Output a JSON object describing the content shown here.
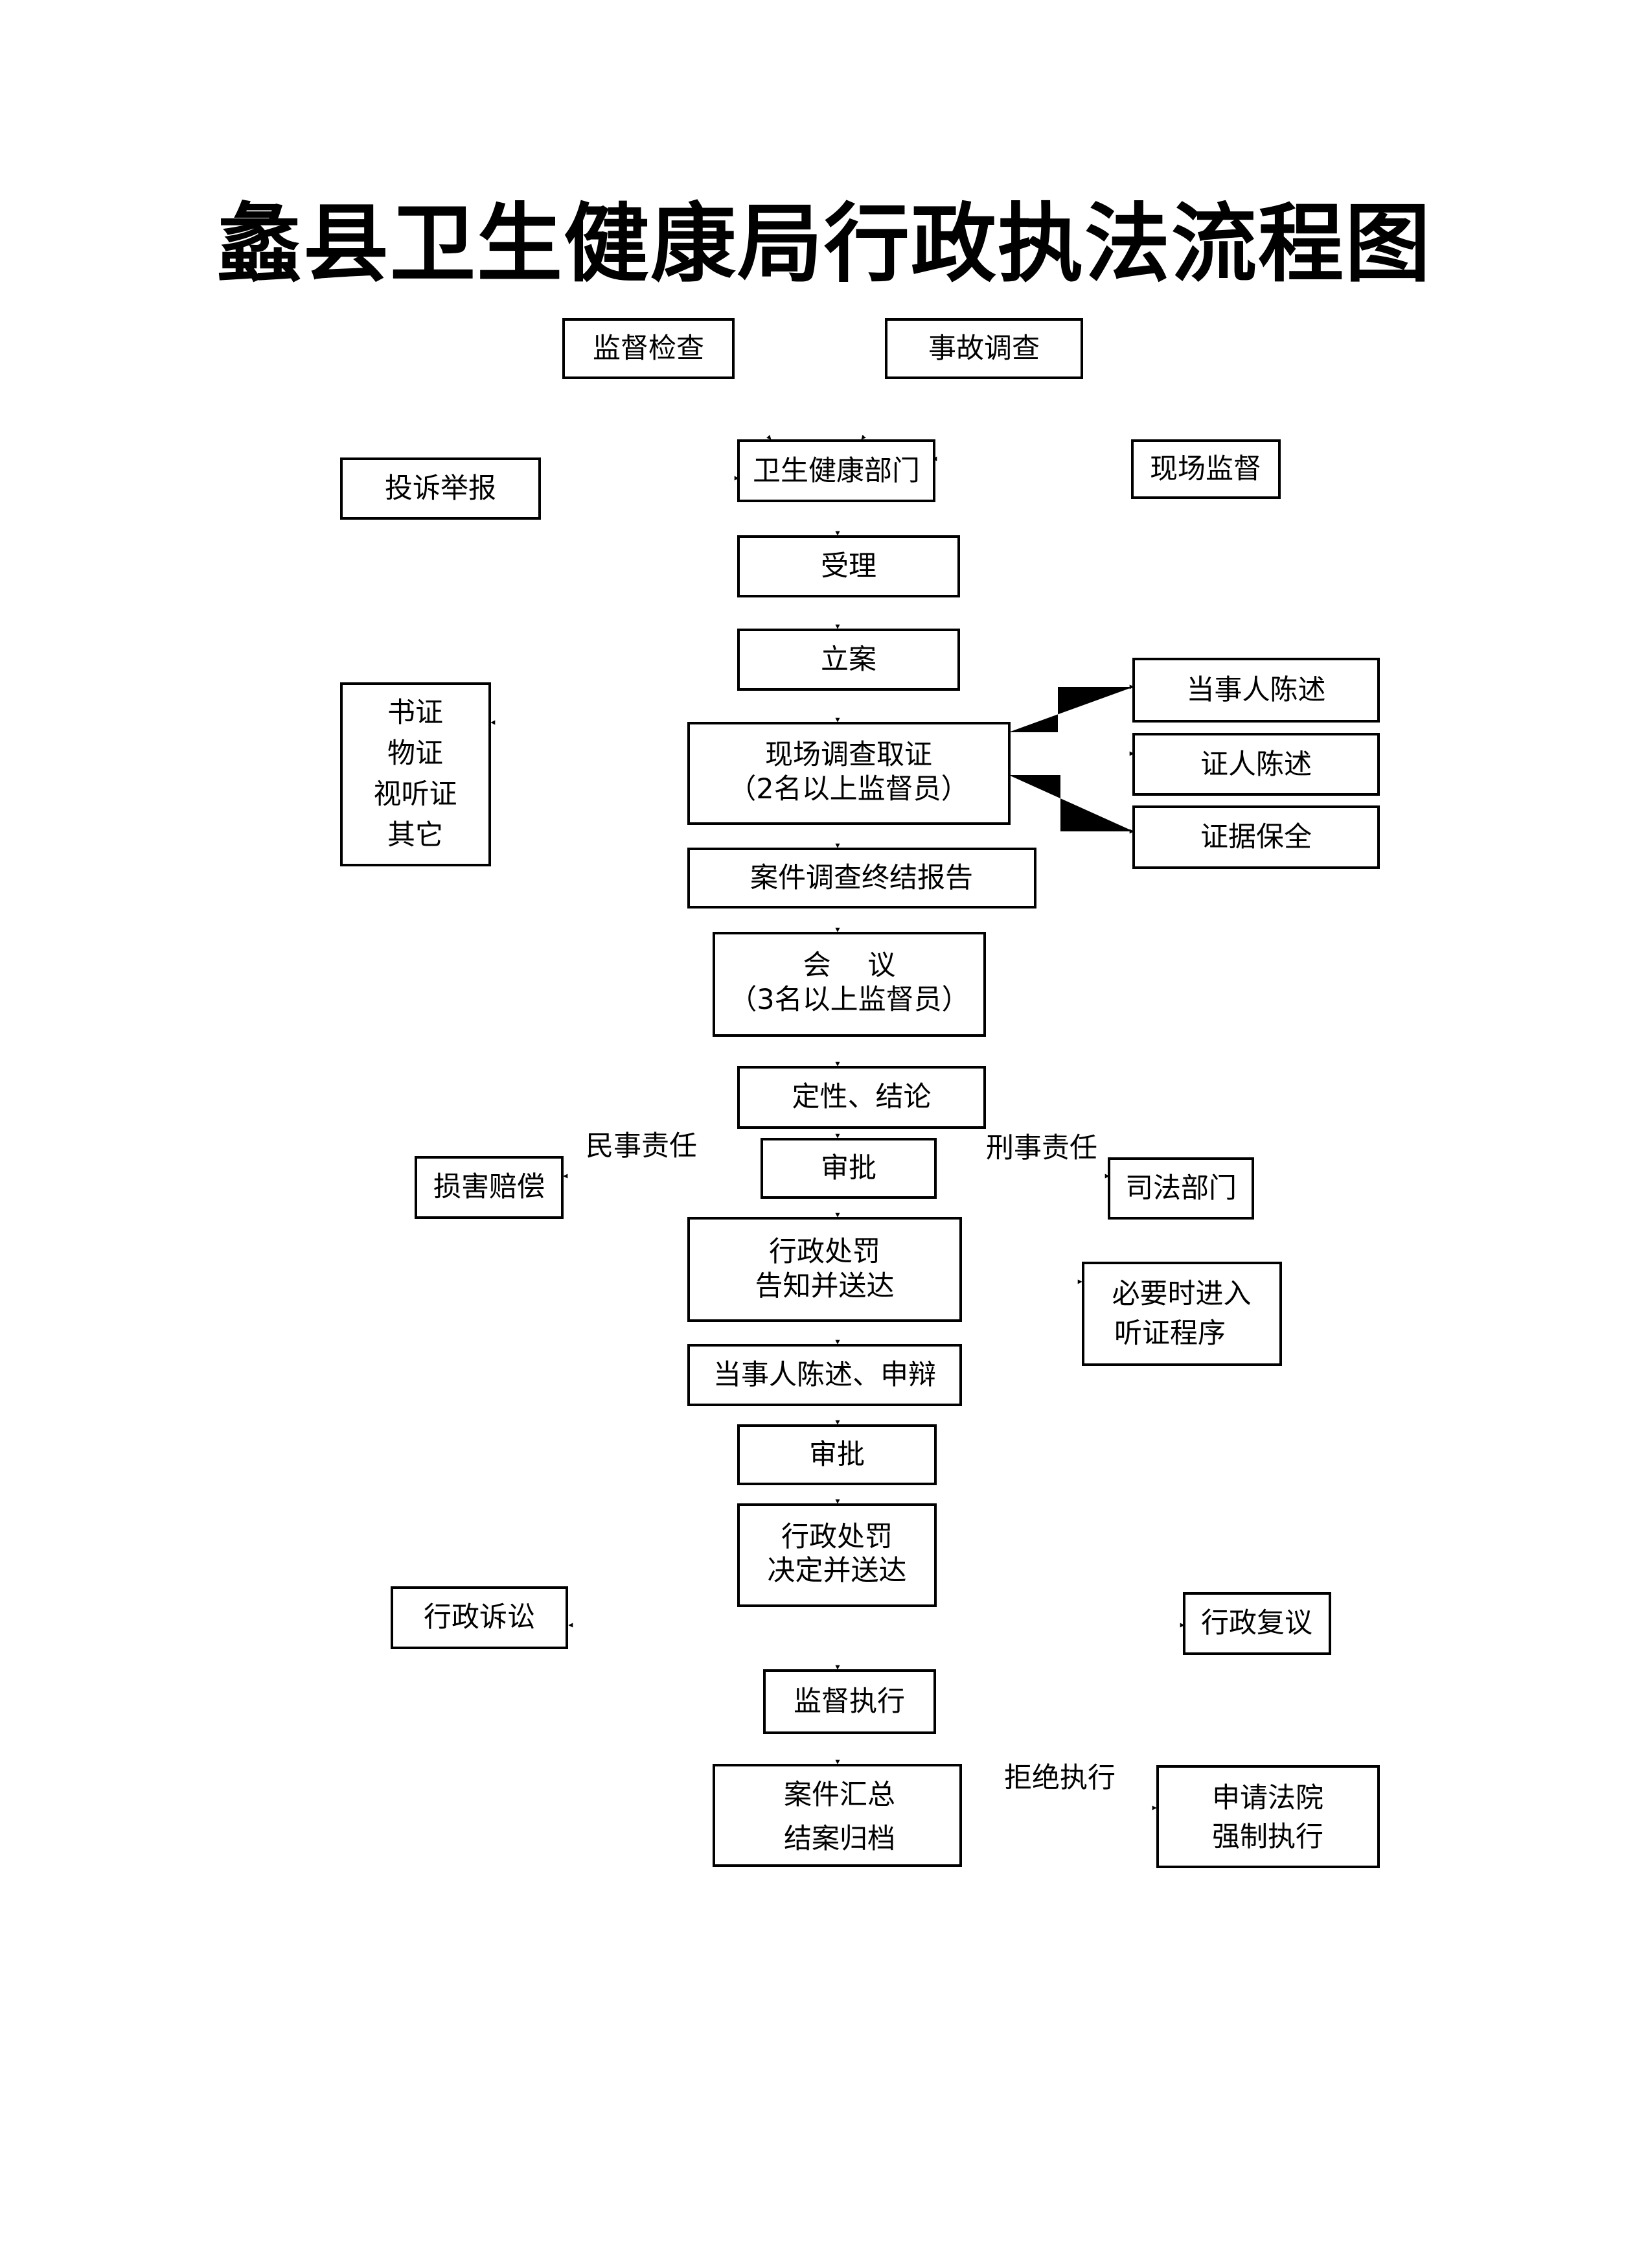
{
  "title": "蠡县卫生健康局行政执法流程图",
  "nodes": {
    "supervision_inspection": "监督检查",
    "accident_investigation": "事故调查",
    "complaint_report": "投诉举报",
    "health_department": "卫生健康部门",
    "onsite_supervision": "现场监督",
    "acceptance": "受理",
    "case_filing": "立案",
    "evidence_types": [
      "书证",
      "物证",
      "视听证",
      "其它"
    ],
    "onsite_investigation": [
      "现场调查取证",
      "（2名以上监督员）"
    ],
    "party_statement": "当事人陈述",
    "witness_statement": "证人陈述",
    "evidence_preservation": "证据保全",
    "investigation_report": "案件调查终结报告",
    "meeting": [
      "会　 议",
      "（3名以上监督员）"
    ],
    "characterization": "定性、结论",
    "approval_1": "审批",
    "damage_compensation": "损害赔偿",
    "judicial_department": "司法部门",
    "penalty_notice": [
      "行政处罚",
      "告知并送达"
    ],
    "hearing_procedure": [
      "必要时进入",
      "听证程序"
    ],
    "party_defense": "当事人陈述、申辩",
    "approval_2": "审批",
    "penalty_decision": [
      "行政处罚",
      "决定并送达"
    ],
    "administrative_litigation": "行政诉讼",
    "administrative_review": "行政复议",
    "supervised_execution": "监督执行",
    "case_archive": [
      "案件汇总",
      "结案归档"
    ],
    "court_enforcement": [
      "申请法院",
      "强制执行"
    ]
  },
  "edge_labels": {
    "civil_liability": "民事责任",
    "criminal_liability": "刑事责任",
    "refuse_execution": "拒绝执行"
  }
}
